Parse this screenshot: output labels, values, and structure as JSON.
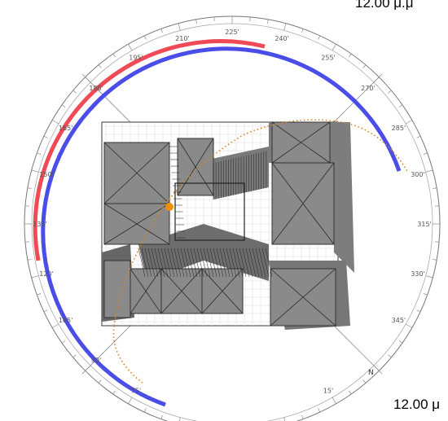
{
  "time_top": "12.00 μ.μ",
  "time_bottom": "12.00 μ",
  "north_label": "N",
  "bearing_labels": [
    "15'",
    "75'",
    "90'",
    "105'",
    "120'",
    "135'",
    "150'",
    "165'",
    "180'",
    "195'",
    "210'",
    "225'",
    "240'",
    "255'",
    "270'",
    "285'",
    "300'",
    "315'",
    "330'",
    "345'"
  ],
  "colors": {
    "sun_path_summer": "#ef4a55",
    "sun_path_winter": "#4a4de8",
    "current_path": "#d9821e",
    "sun_marker": "#f0900a",
    "building_fill": "#8a8a8a",
    "shadow_fill": "#7c7c7c"
  }
}
